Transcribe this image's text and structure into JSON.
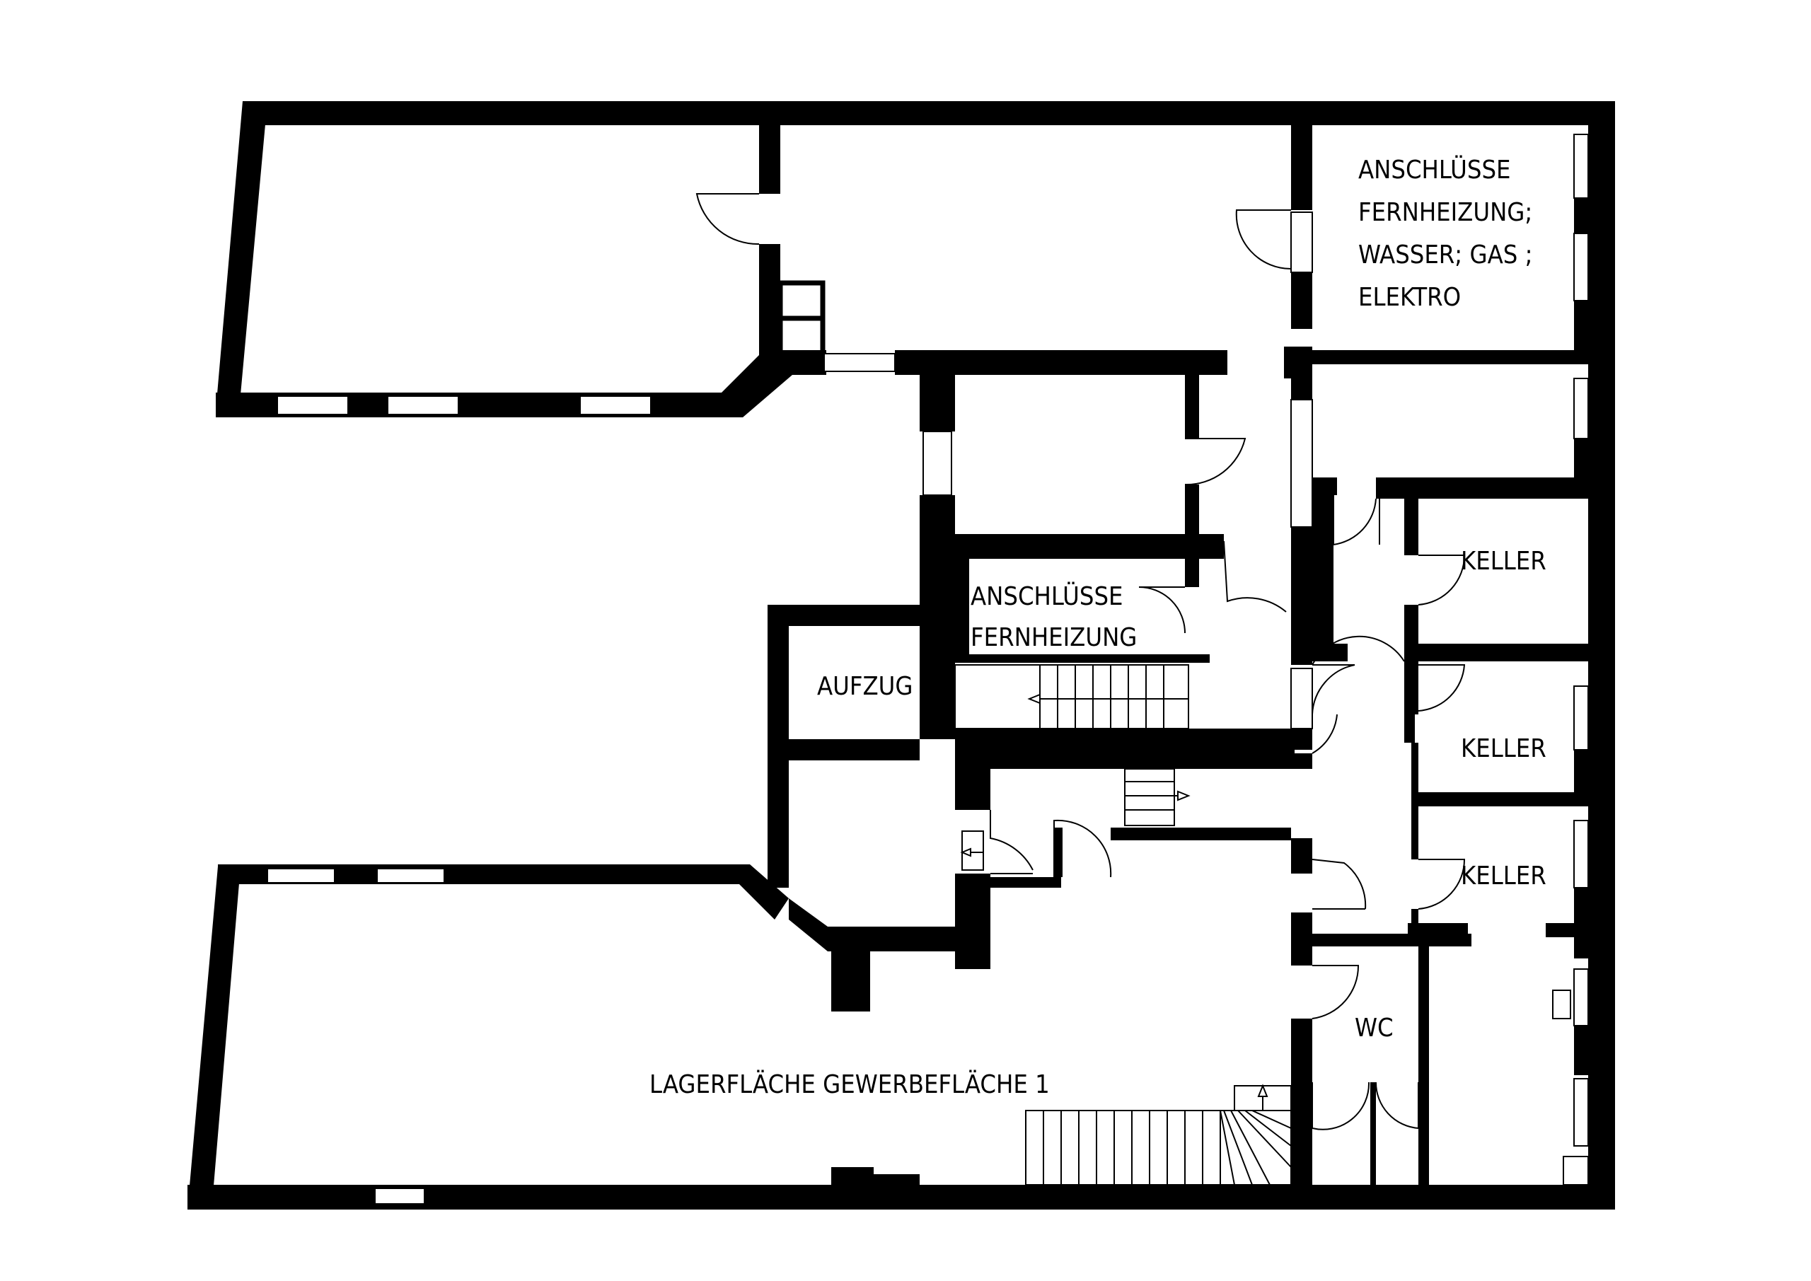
{
  "floor_plan": {
    "rooms": {
      "anschluesse_top": [
        "ANSCHLÜSSE",
        "FERNHEIZUNG;",
        "WASSER; GAS ;",
        "ELEKTRO"
      ],
      "anschluesse_mid": [
        "ANSCHLÜSSE",
        "FERNHEIZUNG"
      ],
      "aufzug": "AUFZUG",
      "keller_1": "KELLER",
      "keller_2": "KELLER",
      "keller_3": "KELLER",
      "wc": "WC",
      "lagerflaeche": "LAGERFLÄCHE GEWERBEFLÄCHE 1"
    },
    "colors": {
      "wall": "#000000",
      "background": "#ffffff"
    }
  }
}
